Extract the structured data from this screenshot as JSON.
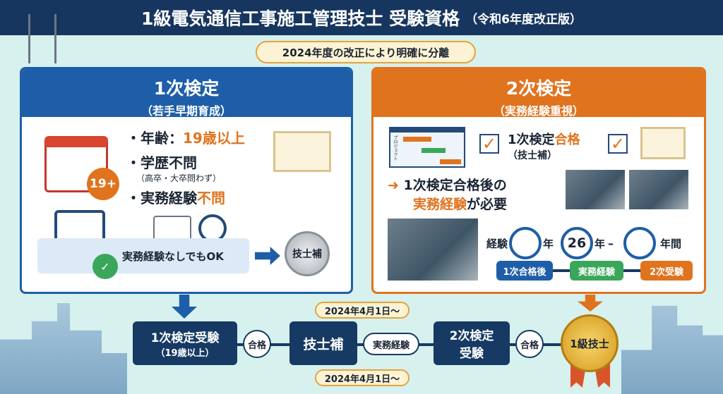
{
  "title": {
    "main": "1級電気通信工事施工管理技士 受験資格",
    "sub": "（令和6年度改正版）"
  },
  "banner": "2024年度の改正により明確に分離",
  "left": {
    "title": "1次検定",
    "subtitle": "（若手早期育成）",
    "age_label": "・年齢：",
    "age_value": "19歳以上",
    "edu": "・学歴不問",
    "edu_note": "（高卒・大卒問わず）",
    "exp_label": "・実務経験",
    "exp_value": "不問",
    "calendar_badge": "19+",
    "ok_text": "実務経験なしでもOK",
    "medal": "技士補"
  },
  "right": {
    "title": "2次検定",
    "subtitle": "（実務経験重視）",
    "pass_label": "1次検定",
    "pass_value": "合格",
    "pass_note": "（技士補）",
    "gantt_label": "プロジェクト",
    "need_line1": "1次検定合格後の",
    "need_line2_orange": "実務経験",
    "need_line2_rest": "が必要",
    "exp_prefix": "経験",
    "year1": "年",
    "years_value": "26",
    "year2": "年",
    "dash": "–",
    "years_suffix": "年間",
    "steps": [
      "1次合格後",
      "実務経験",
      "2次受験"
    ],
    "step_colors": [
      "#1e5ea8",
      "#3aa65a",
      "#e0731e"
    ]
  },
  "flow": {
    "step1": "1次検定受験",
    "step1_note": "（19歳以上）",
    "pass1": "合格",
    "step2": "技士補",
    "exp": "実務経験",
    "step3_line1": "2次検定",
    "step3_line2": "受験",
    "pass2": "合格",
    "final": "1級技士",
    "date_top": "2024年4月1日～",
    "date_bottom": "2024年4月1日～"
  },
  "colors": {
    "navy": "#17365f",
    "blue": "#1e5ea8",
    "orange": "#e0731e",
    "gold": "#e8b83a"
  }
}
